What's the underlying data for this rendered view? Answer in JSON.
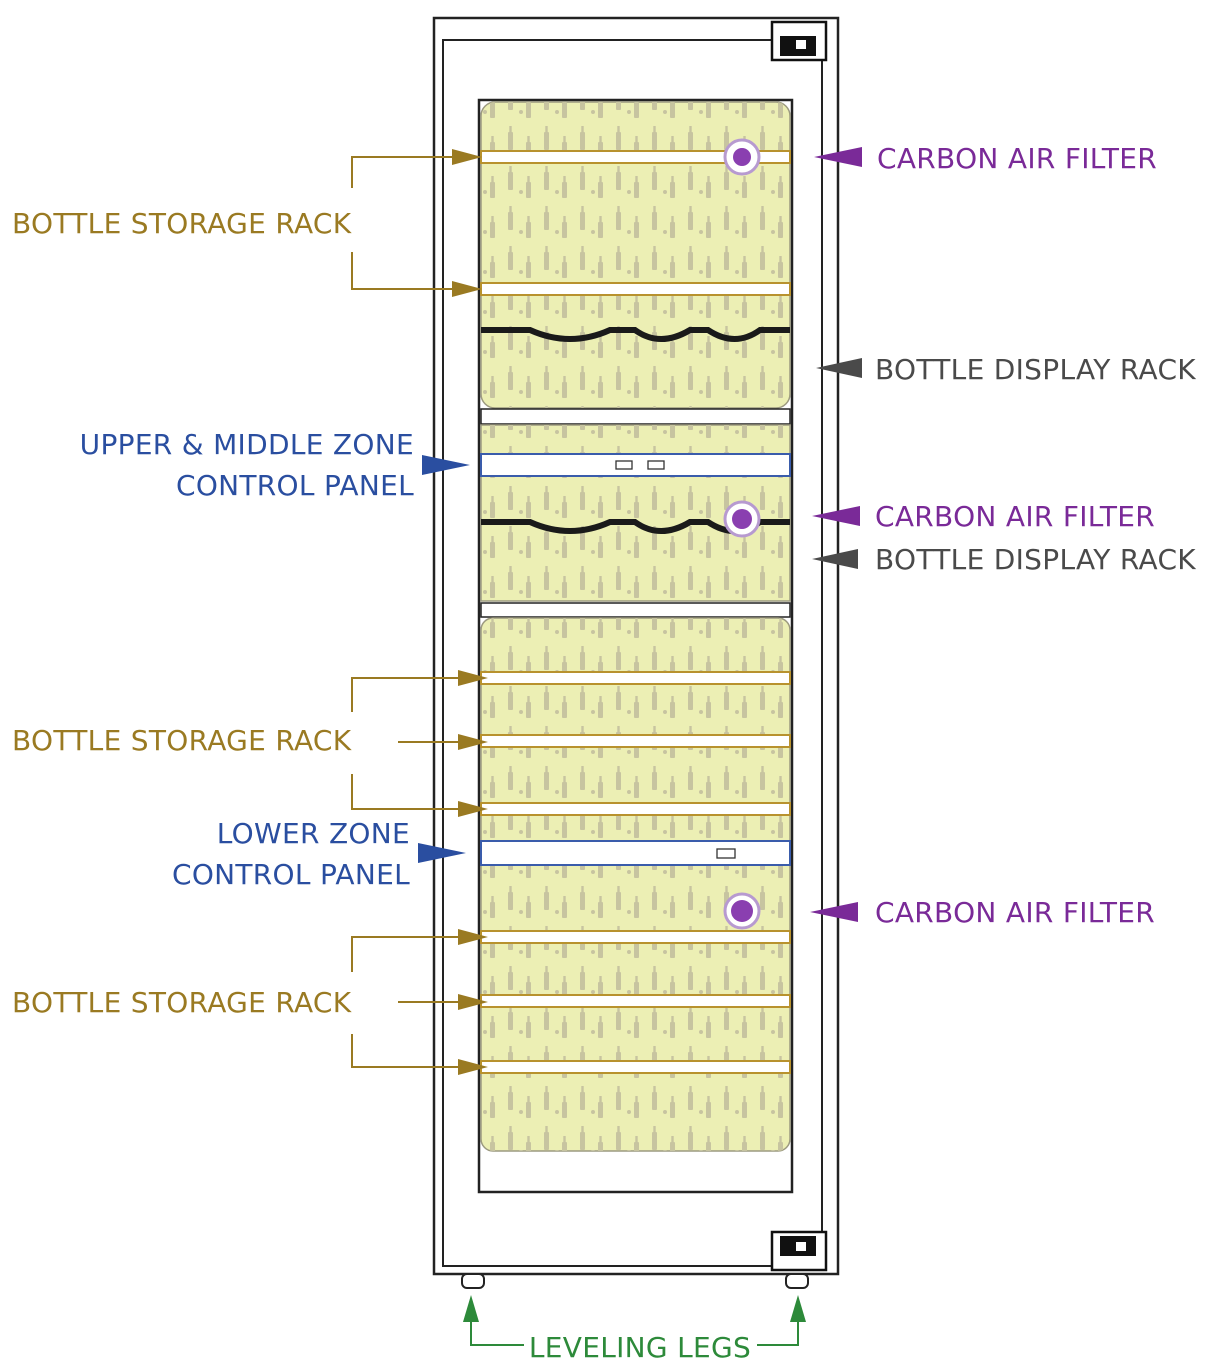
{
  "labels": {
    "storage_rack": "BOTTLE STORAGE RACK",
    "carbon_filter": "CARBON AIR FILTER",
    "display_rack": "BOTTLE DISPLAY RACK",
    "upper_panel_line1": "UPPER & MIDDLE ZONE",
    "upper_panel_line2": "CONTROL PANEL",
    "lower_panel_line1": "LOWER ZONE",
    "lower_panel_line2": "CONTROL PANEL",
    "leveling_legs": "LEVELING LEGS"
  },
  "colors": {
    "storage": "#9a7a22",
    "filter": "#7a2a98",
    "display": "#4a4a4a",
    "panel": "#2a4ea0",
    "legs": "#2d8a3a",
    "interior": "#ecefb4"
  }
}
